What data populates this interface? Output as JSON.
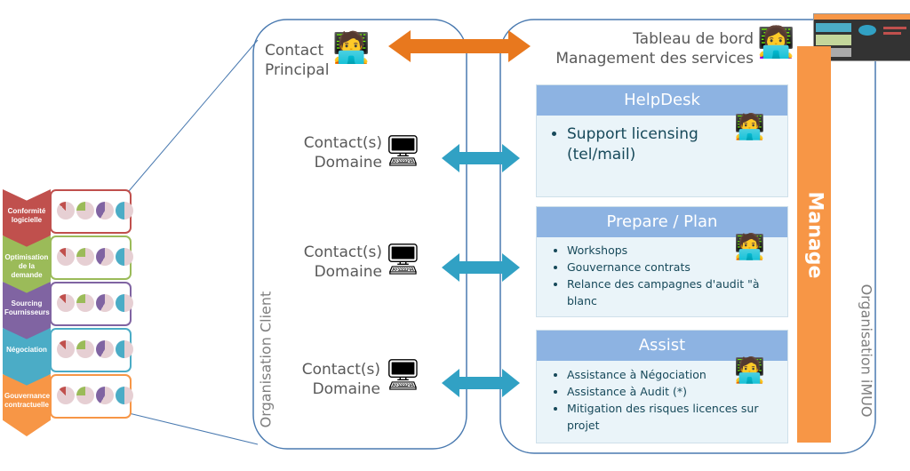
{
  "process_steps": [
    {
      "label": "Conformité logicielle",
      "color": "#c0504d"
    },
    {
      "label": "Optimisation de la demande",
      "color": "#9bbb59"
    },
    {
      "label": "Sourcing Fournisseurs",
      "color": "#8064a2"
    },
    {
      "label": "Négociation",
      "color": "#4bacc6"
    },
    {
      "label": "Gouvernance contractuelle",
      "color": "#f79646"
    }
  ],
  "client": {
    "label": "Organisation Client",
    "contact_principal": "Contact Principal",
    "contacts": [
      "Contact(s) Domaine",
      "Contact(s) Domaine",
      "Contact(s) Domaine"
    ]
  },
  "imuo": {
    "label": "Organisation iMUO",
    "dashboard_title": "Tableau de bord Management des services",
    "manage_label": "Manage",
    "services": [
      {
        "title": "HelpDesk",
        "items": [
          "Support licensing (tel/mail)"
        ]
      },
      {
        "title": "Prepare / Plan",
        "items": [
          "Workshops",
          "Gouvernance contrats",
          "Relance des campagnes d'audit \"à blanc"
        ]
      },
      {
        "title": "Assist",
        "items": [
          "Assistance à Négociation",
          "Assistance à Audit (*)",
          "Mitigation des risques licences sur projet"
        ]
      }
    ]
  },
  "colors": {
    "manage": "#f79646",
    "arrow_blue": "#31a1c4",
    "arrow_orange": "#e8781e",
    "header": "#8db3e2",
    "border": "#4a7ab0"
  }
}
